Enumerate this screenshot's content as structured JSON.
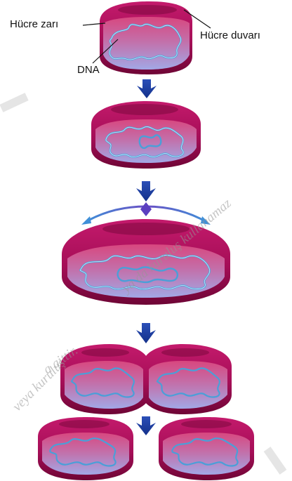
{
  "labels": {
    "cell_membrane": "Hücre zarı",
    "cell_wall": "Hücre duvarı",
    "dna": "DNA"
  },
  "watermark": {
    "line1": "ya da kuruluş kullanamaz",
    "line2": "a aittir.",
    "line3": "veya kuruluş"
  },
  "colors": {
    "wall": "#b01060",
    "wall_dark": "#6e0535",
    "interior_top": "#d23a78",
    "interior_bottom": "#9fa8e6",
    "dna": "#4a9fd8",
    "arrow": "#1d3ea0",
    "arrow_light": "#6b8be0",
    "split_arrow": "#5b6fd6"
  },
  "stages": [
    {
      "name": "original-cell"
    },
    {
      "name": "dna-replicated"
    },
    {
      "name": "cell-elongates"
    },
    {
      "name": "septum-forms"
    },
    {
      "name": "two-daughter-cells"
    }
  ]
}
